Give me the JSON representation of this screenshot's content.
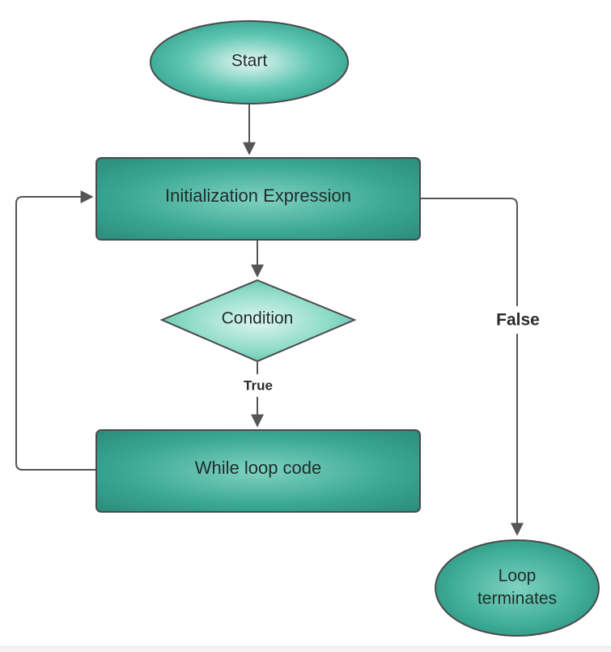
{
  "diagram": {
    "nodes": {
      "start": {
        "label": "Start"
      },
      "init": {
        "label": "Initialization Expression"
      },
      "condition": {
        "label": "Condition"
      },
      "body": {
        "label": "While loop code"
      },
      "end": {
        "label_line1": "Loop",
        "label_line2": "terminates"
      }
    },
    "edges": {
      "true_label": "True",
      "false_label": "False"
    },
    "colors": {
      "node_fill_light": "#a6e3d5",
      "node_fill_dark": "#2e9f8b",
      "node_border": "#4a4a4a",
      "edge_stroke": "#555555"
    }
  }
}
